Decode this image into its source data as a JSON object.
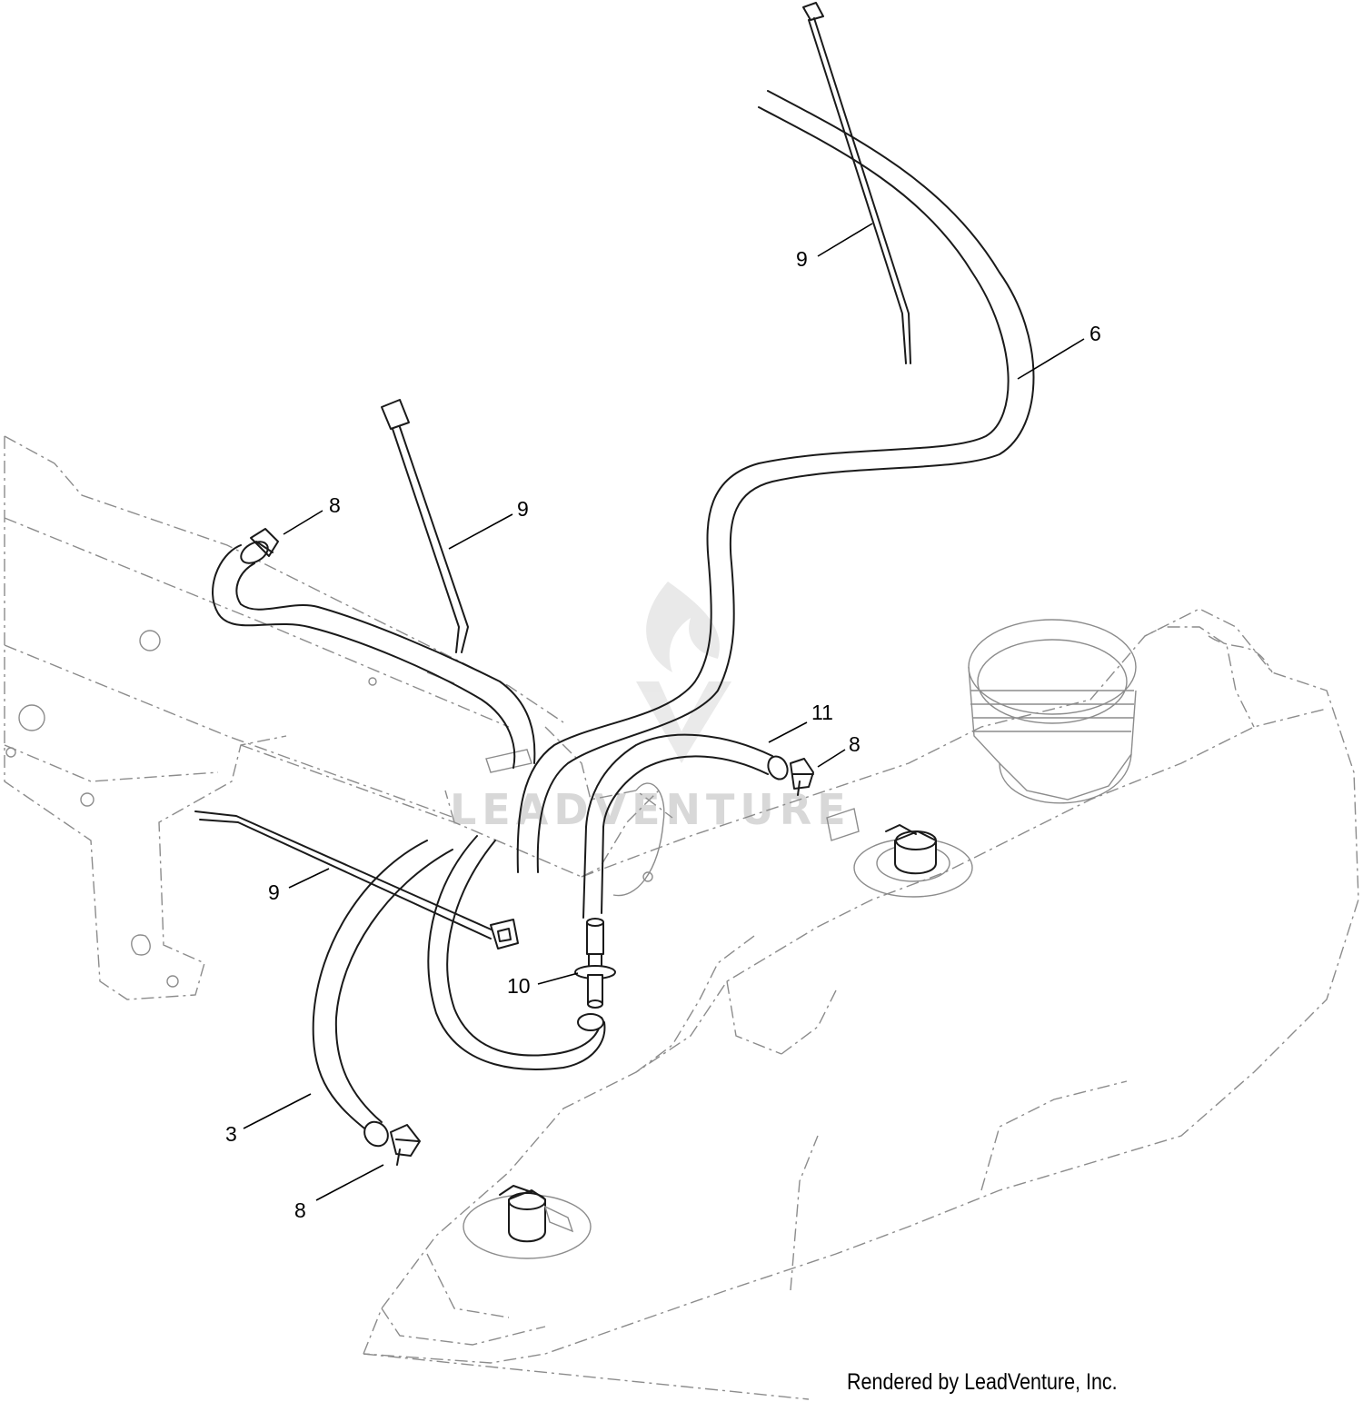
{
  "callouts": {
    "c9_top": "9",
    "c6": "6",
    "c8_upper_left": "8",
    "c9_mid": "9",
    "c11": "11",
    "c8_right": "8",
    "c9_left": "9",
    "c10": "10",
    "c3": "3",
    "c8_bottom": "8"
  },
  "watermark": {
    "brand": "LEADVENTURE"
  },
  "footer": {
    "credit": "Rendered by LeadVenture, Inc."
  },
  "colors": {
    "line": "#1a1a1a",
    "phantom": "#8c8c8c",
    "watermark": "#d8d8d8",
    "background": "#ffffff"
  }
}
